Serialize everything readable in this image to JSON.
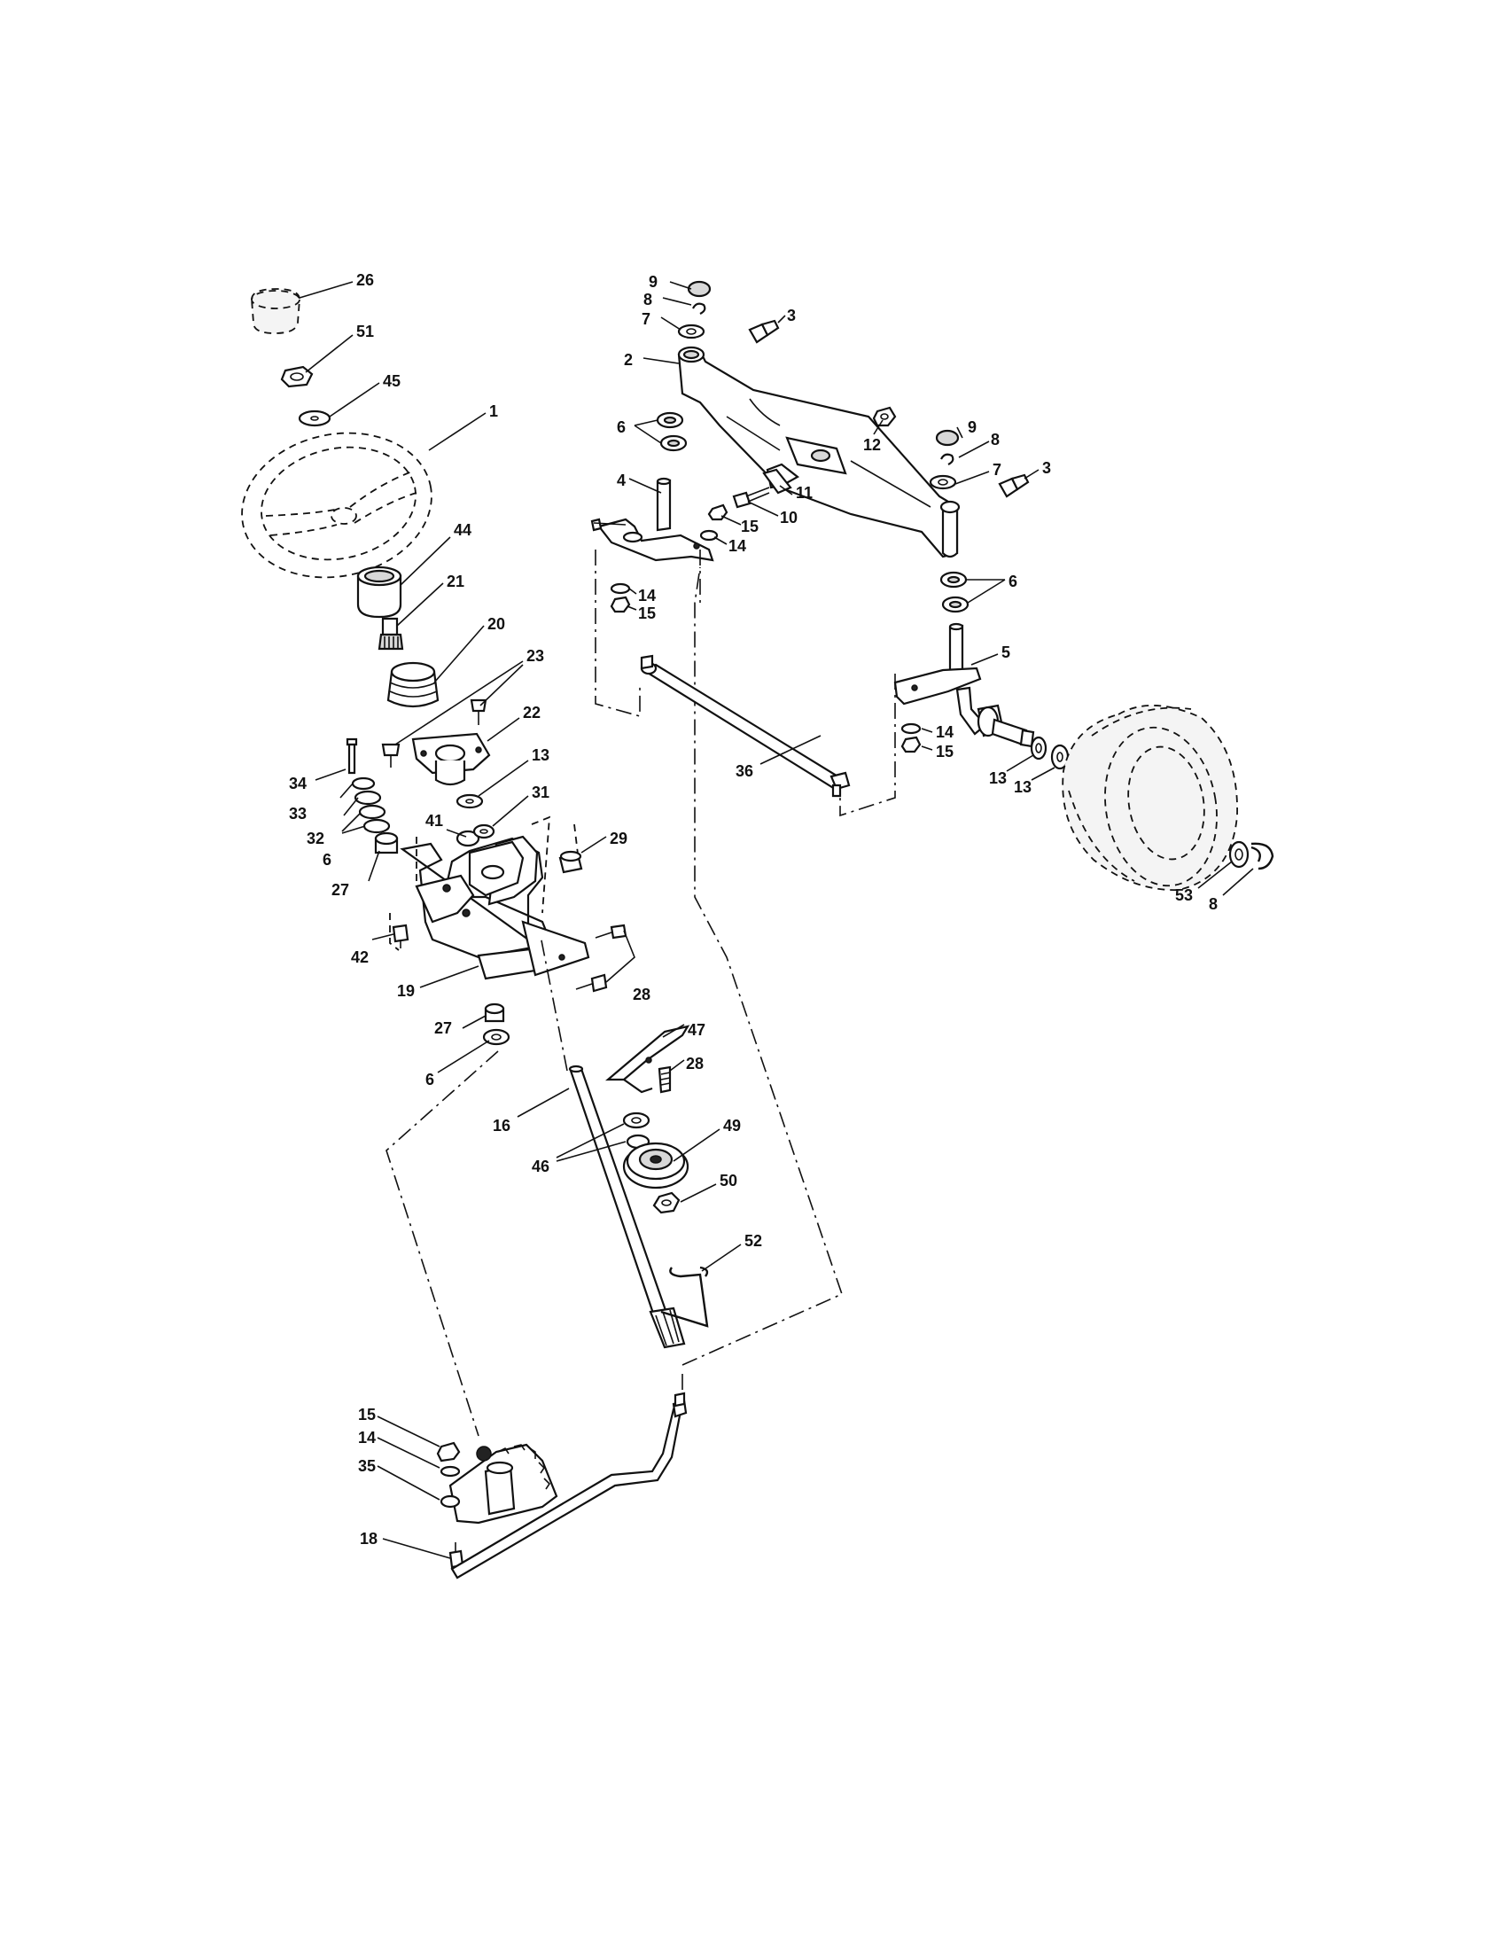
{
  "diagram": {
    "callouts": [
      {
        "id": "c26",
        "text": "26"
      },
      {
        "id": "c51",
        "text": "51"
      },
      {
        "id": "c45",
        "text": "45"
      },
      {
        "id": "c1",
        "text": "1"
      },
      {
        "id": "c44",
        "text": "44"
      },
      {
        "id": "c21",
        "text": "21"
      },
      {
        "id": "c20",
        "text": "20"
      },
      {
        "id": "c23",
        "text": "23"
      },
      {
        "id": "c22",
        "text": "22"
      },
      {
        "id": "c13a",
        "text": "13"
      },
      {
        "id": "c34",
        "text": "34"
      },
      {
        "id": "c33",
        "text": "33"
      },
      {
        "id": "c32",
        "text": "32"
      },
      {
        "id": "c6a",
        "text": "6"
      },
      {
        "id": "c27a",
        "text": "27"
      },
      {
        "id": "c41",
        "text": "41"
      },
      {
        "id": "c31",
        "text": "31"
      },
      {
        "id": "c29",
        "text": "29"
      },
      {
        "id": "c42",
        "text": "42"
      },
      {
        "id": "c19",
        "text": "19"
      },
      {
        "id": "c28a",
        "text": "28"
      },
      {
        "id": "c27b",
        "text": "27"
      },
      {
        "id": "c6b",
        "text": "6"
      },
      {
        "id": "c47",
        "text": "47"
      },
      {
        "id": "c28b",
        "text": "28"
      },
      {
        "id": "c16",
        "text": "16"
      },
      {
        "id": "c49",
        "text": "49"
      },
      {
        "id": "c46",
        "text": "46"
      },
      {
        "id": "c50",
        "text": "50"
      },
      {
        "id": "c52",
        "text": "52"
      },
      {
        "id": "c15a",
        "text": "15"
      },
      {
        "id": "c14a",
        "text": "14"
      },
      {
        "id": "c35",
        "text": "35"
      },
      {
        "id": "c18",
        "text": "18"
      },
      {
        "id": "c9a",
        "text": "9"
      },
      {
        "id": "c8a",
        "text": "8"
      },
      {
        "id": "c7a",
        "text": "7"
      },
      {
        "id": "c3a",
        "text": "3"
      },
      {
        "id": "c2",
        "text": "2"
      },
      {
        "id": "c6c",
        "text": "6"
      },
      {
        "id": "c12",
        "text": "12"
      },
      {
        "id": "c9b",
        "text": "9"
      },
      {
        "id": "c8b",
        "text": "8"
      },
      {
        "id": "c7b",
        "text": "7"
      },
      {
        "id": "c3b",
        "text": "3"
      },
      {
        "id": "c4",
        "text": "4"
      },
      {
        "id": "c11",
        "text": "11"
      },
      {
        "id": "c10",
        "text": "10"
      },
      {
        "id": "c15b",
        "text": "15"
      },
      {
        "id": "c14b",
        "text": "14"
      },
      {
        "id": "c14c",
        "text": "14"
      },
      {
        "id": "c15c",
        "text": "15"
      },
      {
        "id": "c6d",
        "text": "6"
      },
      {
        "id": "c5",
        "text": "5"
      },
      {
        "id": "c36",
        "text": "36"
      },
      {
        "id": "c14d",
        "text": "14"
      },
      {
        "id": "c15d",
        "text": "15"
      },
      {
        "id": "c13b",
        "text": "13"
      },
      {
        "id": "c13c",
        "text": "13"
      },
      {
        "id": "c53",
        "text": "53"
      },
      {
        "id": "c8c",
        "text": "8"
      }
    ]
  }
}
